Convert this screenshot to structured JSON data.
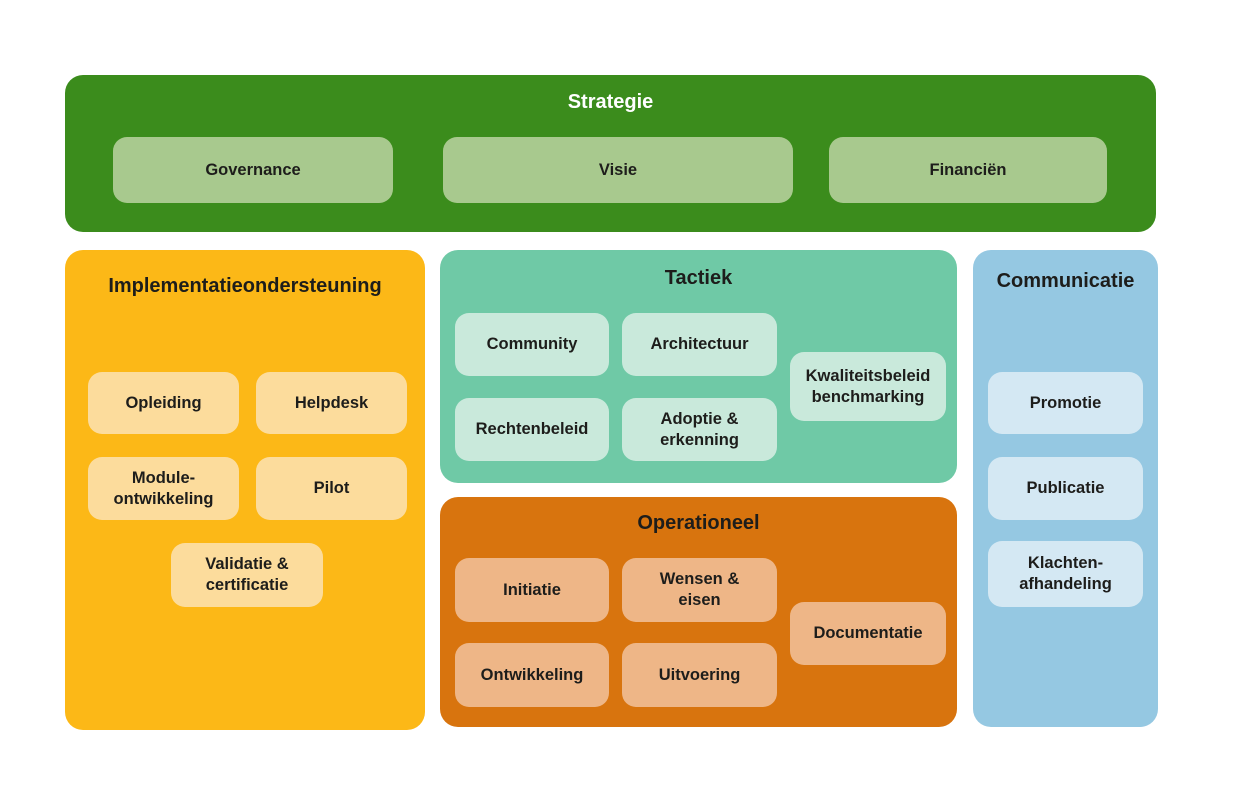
{
  "diagram": {
    "palette": {
      "background": "#ffffff",
      "text_color": "#1d1d1b",
      "strategie_bg": "#3b8c1c",
      "strategie_chip": "#a8c98e",
      "strategie_title_color": "#ffffff",
      "implementatie_bg": "#fcb817",
      "implementatie_chip": "#fcdc9c",
      "tactiek_bg": "#6fc9a6",
      "tactiek_chip": "#c9e9db",
      "operationeel_bg": "#d8740e",
      "operationeel_chip": "#eeb687",
      "communicatie_bg": "#95c8e2",
      "communicatie_chip": "#d4e8f3"
    },
    "blocks": {
      "strategie": {
        "title": "Strategie",
        "items": [
          "Governance",
          "Visie",
          "Financiën"
        ]
      },
      "implementatie": {
        "title": "Implementatieondersteuning",
        "items": [
          "Opleiding",
          "Helpdesk",
          "Module-\nontwikkeling",
          "Pilot",
          "Validatie &\ncertificatie"
        ]
      },
      "tactiek": {
        "title": "Tactiek",
        "items": [
          "Community",
          "Architectuur",
          "Kwaliteitsbeleid\nbenchmarking",
          "Rechtenbeleid",
          "Adoptie &\nerkenning"
        ]
      },
      "operationeel": {
        "title": "Operationeel",
        "items": [
          "Initiatie",
          "Wensen &\neisen",
          "Documentatie",
          "Ontwikkeling",
          "Uitvoering"
        ]
      },
      "communicatie": {
        "title": "Communicatie",
        "items": [
          "Promotie",
          "Publicatie",
          "Klachten-\nafhandeling"
        ]
      }
    }
  }
}
